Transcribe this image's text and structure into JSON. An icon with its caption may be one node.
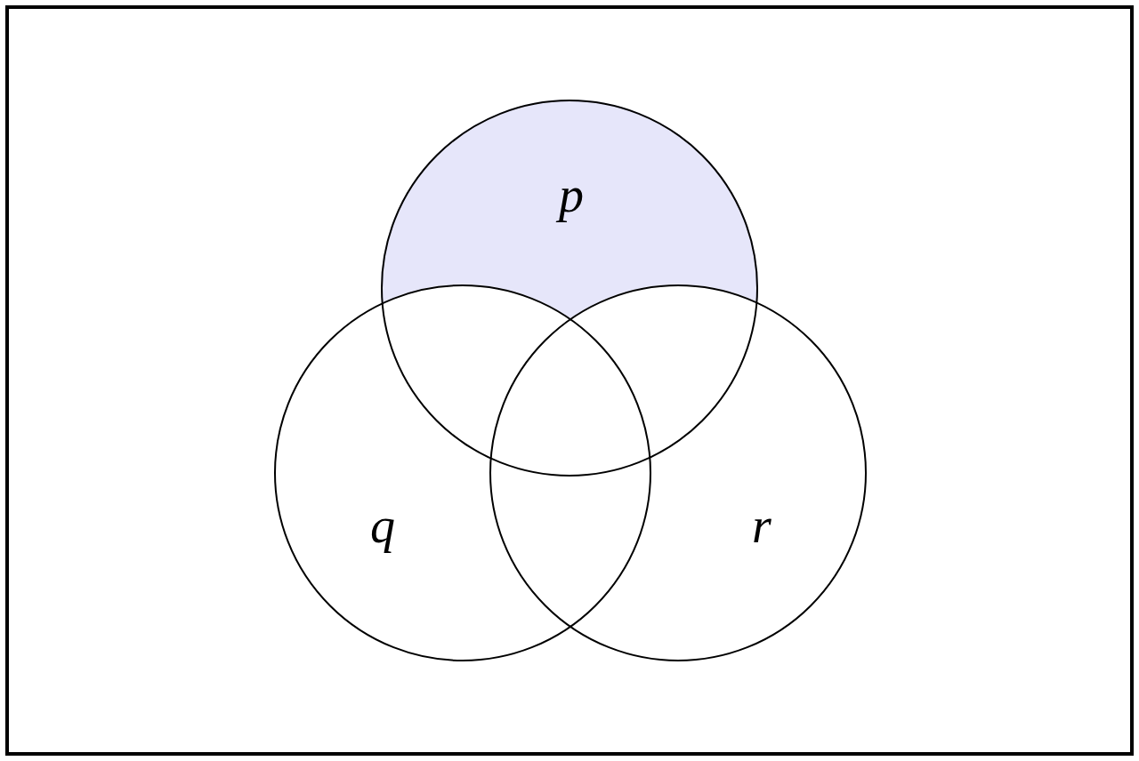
{
  "diagram": {
    "nodes": [
      {
        "text": [
          "p"
        ]
      },
      {
        "text": [
          "q"
        ]
      },
      {
        "text": [
          "r"
        ]
      }
    ]
  }
}
